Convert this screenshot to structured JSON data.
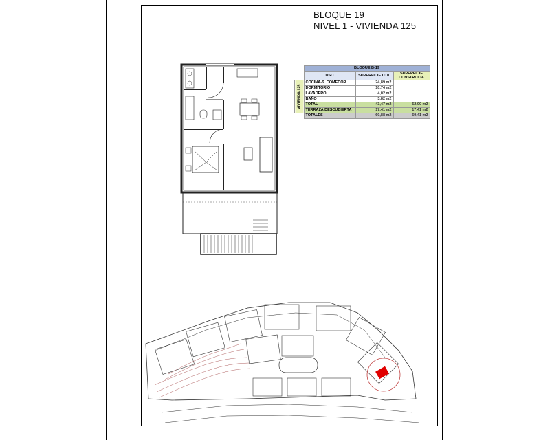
{
  "header": {
    "line1": "BLOQUE 19",
    "line2": "NIVEL 1 - VIVIENDA 125"
  },
  "table": {
    "block": "BLOQUE B-19",
    "col_uso": "USO",
    "col_util": "SUPERFICIE UTIL",
    "col_const": "SUPERFICIE CONSTRUIDA",
    "side_label": "VIVIENDA 125",
    "rows": [
      {
        "uso": "COCINA-S. COMEDOR",
        "util": "24,89 m2",
        "const": ""
      },
      {
        "uso": "DORMITORIO",
        "util": "10,74 m2",
        "const": ""
      },
      {
        "uso": "LAVADERO",
        "util": "4,02 m2",
        "const": ""
      },
      {
        "uso": "BAÑO",
        "util": "3,82 m2",
        "const": ""
      }
    ],
    "total": {
      "uso": "TOTAL",
      "util": "43,47 m2",
      "const": "52,00 m2"
    },
    "terraza": {
      "uso": "TERRAZA DESCUBIERTA",
      "util": "17,41 m2",
      "const": "17,41 m2"
    },
    "totales": {
      "uso": "TOTALES",
      "util": "60,88 m2",
      "const": "69,41 m2"
    }
  },
  "colors": {
    "header_blue": "#9fb1d6",
    "green": "#c9dfa0",
    "highlight": "#e00000",
    "contours": "#b06060"
  }
}
